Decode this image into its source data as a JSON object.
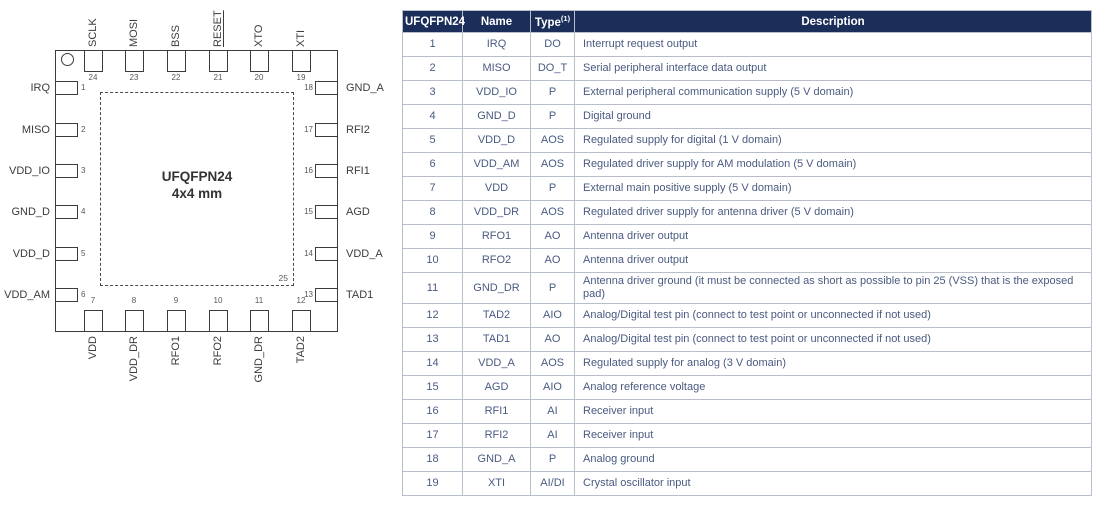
{
  "diagram": {
    "chip": {
      "title": "UFQFPN24",
      "subtitle": "4x4 mm",
      "exposed_pad_pin": "25"
    },
    "pins": {
      "top": [
        {
          "num": "24",
          "label": "SCLK"
        },
        {
          "num": "23",
          "label": "MOSI"
        },
        {
          "num": "22",
          "label": "BSS"
        },
        {
          "num": "21",
          "label": "RESET",
          "bar": true
        },
        {
          "num": "20",
          "label": "XTO"
        },
        {
          "num": "19",
          "label": "XTI"
        }
      ],
      "left": [
        {
          "num": "1",
          "label": "IRQ"
        },
        {
          "num": "2",
          "label": "MISO"
        },
        {
          "num": "3",
          "label": "VDD_IO"
        },
        {
          "num": "4",
          "label": "GND_D"
        },
        {
          "num": "5",
          "label": "VDD_D"
        },
        {
          "num": "6",
          "label": "VDD_AM"
        }
      ],
      "right": [
        {
          "num": "18",
          "label": "GND_A"
        },
        {
          "num": "17",
          "label": "RFI2"
        },
        {
          "num": "16",
          "label": "RFI1"
        },
        {
          "num": "15",
          "label": "AGD"
        },
        {
          "num": "14",
          "label": "VDD_A"
        },
        {
          "num": "13",
          "label": "TAD1"
        }
      ],
      "bottom": [
        {
          "num": "7",
          "label": "VDD"
        },
        {
          "num": "8",
          "label": "VDD_DR"
        },
        {
          "num": "9",
          "label": "RFO1"
        },
        {
          "num": "10",
          "label": "RFO2"
        },
        {
          "num": "11",
          "label": "GND_DR"
        },
        {
          "num": "12",
          "label": "TAD2"
        }
      ]
    }
  },
  "table": {
    "headers": {
      "pin": "UFQFPN24",
      "name": "Name",
      "type": "Type",
      "type_sup": "(1)",
      "desc": "Description"
    },
    "rows": [
      [
        "1",
        "IRQ",
        "DO",
        "Interrupt request output"
      ],
      [
        "2",
        "MISO",
        "DO_T",
        "Serial peripheral interface data output"
      ],
      [
        "3",
        "VDD_IO",
        "P",
        "External peripheral communication supply (5 V domain)"
      ],
      [
        "4",
        "GND_D",
        "P",
        "Digital ground"
      ],
      [
        "5",
        "VDD_D",
        "AOS",
        "Regulated supply for digital (1 V domain)"
      ],
      [
        "6",
        "VDD_AM",
        "AOS",
        "Regulated driver supply for AM modulation (5 V domain)"
      ],
      [
        "7",
        "VDD",
        "P",
        "External main positive supply (5 V domain)"
      ],
      [
        "8",
        "VDD_DR",
        "AOS",
        "Regulated driver supply for antenna driver (5 V domain)"
      ],
      [
        "9",
        "RFO1",
        "AO",
        "Antenna driver output"
      ],
      [
        "10",
        "RFO2",
        "AO",
        "Antenna driver output"
      ],
      [
        "11",
        "GND_DR",
        "P",
        "Antenna driver ground (it must be connected as short as possible to pin 25 (VSS) that is the exposed pad)"
      ],
      [
        "12",
        "TAD2",
        "AIO",
        "Analog/Digital test pin (connect to test point or unconnected if not used)"
      ],
      [
        "13",
        "TAD1",
        "AO",
        "Analog/Digital test pin (connect to test point or unconnected if not used)"
      ],
      [
        "14",
        "VDD_A",
        "AOS",
        "Regulated supply for analog (3 V domain)"
      ],
      [
        "15",
        "AGD",
        "AIO",
        "Analog reference voltage"
      ],
      [
        "16",
        "RFI1",
        "AI",
        "Receiver input"
      ],
      [
        "17",
        "RFI2",
        "AI",
        "Receiver input"
      ],
      [
        "18",
        "GND_A",
        "P",
        "Analog ground"
      ],
      [
        "19",
        "XTI",
        "AI/DI",
        "Crystal oscillator input"
      ]
    ]
  },
  "colors": {
    "header_bg": "#1b2e5a",
    "body_text": "#4a5a80",
    "grid_border": "#b8bfca",
    "diagram_stroke": "#3c3c3c"
  }
}
